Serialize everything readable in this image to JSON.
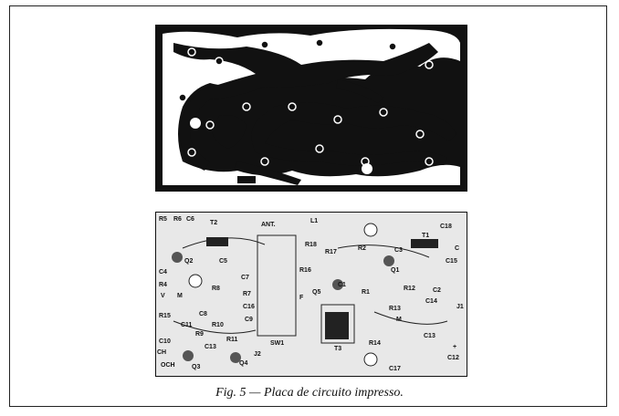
{
  "caption": "Fig. 5 — Placa de circuito impresso.",
  "colors": {
    "ink": "#111111",
    "paper": "#ffffff",
    "board": "#e8e8e8"
  },
  "silkscreen_labels": {
    "R5": "R5",
    "R6": "R6",
    "C6": "C6",
    "T2": "T2",
    "ANT": "ANT.",
    "L1": "L1",
    "C18": "C18",
    "Q2": "Q2",
    "R18": "R18",
    "R17": "R17",
    "R2": "R2",
    "C3": "C3",
    "T1": "T1",
    "C": "C",
    "C15": "C15",
    "C5": "C5",
    "C4": "C4",
    "R16": "R16",
    "Q1": "Q1",
    "C1": "C1",
    "Q5": "Q5",
    "R1": "R1",
    "R12": "R12",
    "C2": "C2",
    "R4": "R4",
    "C7": "C7",
    "R7": "R7",
    "R8": "R8",
    "V": "V",
    "M": "M",
    "C16": "C16",
    "C14": "C14",
    "J1": "J1",
    "R15": "R15",
    "C8": "C8",
    "C9": "C9",
    "R13": "R13",
    "M2": "M",
    "C11": "C11",
    "R10": "R10",
    "R9": "R9",
    "R11": "R11",
    "C10": "C10",
    "CH": "CH",
    "C13": "C13",
    "SW1": "SW1",
    "T3": "T3",
    "R14": "R14",
    "C13b": "C13",
    "OCH": "OCH",
    "Q3": "Q3",
    "Q4": "Q4",
    "J2": "J2",
    "C17": "C17",
    "C12": "C12",
    "F": "F",
    "plus": "+"
  }
}
